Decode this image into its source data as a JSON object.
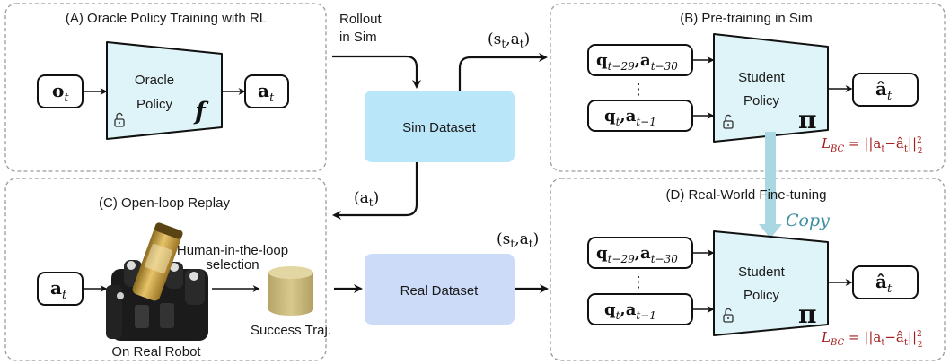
{
  "panel_a": {
    "title": "(A) Oracle Policy Training with RL",
    "input": "o",
    "input_sub": "t",
    "policy_line1": "Oracle",
    "policy_line2": "Policy",
    "policy_symbol": "f",
    "output": "a",
    "output_sub": "t"
  },
  "rollout": {
    "line1": "Rollout",
    "line2": "in Sim"
  },
  "flow": {
    "sim_label": "(s",
    "sim_label_sub": "t",
    "sim_label_rest": ",a",
    "sim_label_rest_sub": "t",
    "sim_label_close": ")",
    "replay_label": "(a",
    "replay_label_sub": "t",
    "replay_label_close": ")",
    "real_label": "(s",
    "real_label_sub": "t",
    "real_label_rest": ",a",
    "real_label_rest_sub": "t",
    "real_label_close": ")"
  },
  "datasets": {
    "sim": "Sim Dataset",
    "real": "Real Dataset"
  },
  "panel_b": {
    "title": "(B) Pre-training in Sim",
    "hist_top": "q",
    "hist_top_sub": "t−29",
    "hist_top_a": ",a",
    "hist_top_a_sub": "t−30",
    "dots": "⋮",
    "hist_bot": "q",
    "hist_bot_sub": "t",
    "hist_bot_a": ",a",
    "hist_bot_a_sub": "t−1",
    "policy_line1": "Student",
    "policy_line2": "Policy",
    "policy_symbol": "π",
    "output": "â",
    "output_sub": "t",
    "loss": "L",
    "loss_sub": "BC",
    "loss_rhs": " = ||a",
    "loss_rhs_sub": "t",
    "loss_mid": "−â",
    "loss_mid_sub": "t",
    "loss_end": "||",
    "loss_pow": "2",
    "loss_pow_sub": "2"
  },
  "panel_c": {
    "title": "(C) Open-loop Replay",
    "input": "a",
    "input_sub": "t",
    "robot_caption": "On Real Robot",
    "hitl_line1": "Human-in-the-loop",
    "hitl_line2": "selection",
    "success": "Success Traj."
  },
  "panel_d": {
    "title": "(D) Real-World   Fine-tuning",
    "copy": "Copy",
    "hist_top": "q",
    "hist_top_sub": "t−29",
    "hist_top_a": ",a",
    "hist_top_a_sub": "t−30",
    "dots": "⋮",
    "hist_bot": "q",
    "hist_bot_sub": "t",
    "hist_bot_a": ",a",
    "hist_bot_a_sub": "t−1",
    "policy_line1": "Student",
    "policy_line2": "Policy",
    "policy_symbol": "π",
    "output": "â",
    "output_sub": "t",
    "loss": "L",
    "loss_sub": "BC",
    "loss_rhs": " = ||a",
    "loss_rhs_sub": "t",
    "loss_mid": "−â",
    "loss_mid_sub": "t",
    "loss_end": "||",
    "loss_pow": "2",
    "loss_pow_sub": "2"
  },
  "colors": {
    "policy_fill": "#dff4f8",
    "sim_dataset_fill": "#b9e6f8",
    "real_dataset_fill": "#cbdbf8",
    "copy_arrow": "#a9d8e3",
    "loss_text": "#a31c1c",
    "panel_border": "#9a9a9a"
  },
  "icons": [
    "lock-open-icon",
    "robot-hand-photo",
    "cylinder-icon"
  ]
}
